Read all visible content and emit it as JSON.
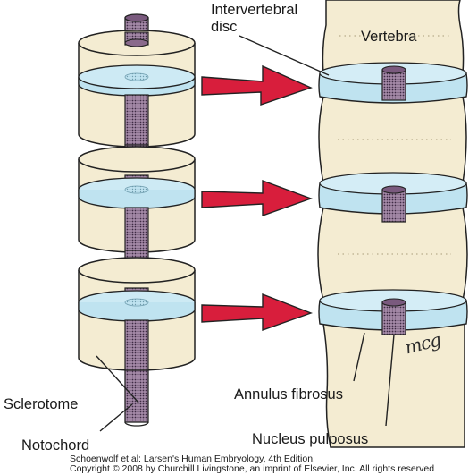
{
  "labels": {
    "intervertebral_disc_line1": "Intervertebral",
    "intervertebral_disc_line2": "disc",
    "vertebra": "Vertebra",
    "sclerotome": "Sclerotome",
    "notochord": "Notochord",
    "annulus_fibrosus": "Annulus fibrosus",
    "nucleus_pulposus": "Nucleus pulposus"
  },
  "signature": "mcg",
  "credit": {
    "line1": "Schoenwolf et al: Larsen's Human Embryology, 4th Edition.",
    "line2": "Copyright © 2008 by Churchill Livingstone, an imprint of Elsevier, Inc. All rights reserved"
  },
  "colors": {
    "sclerotome_fill": "#f4ecd2",
    "disc_fill": "#bfe3f0",
    "notochord_fill": "#8a6a8c",
    "arrow_fill": "#d81e3c",
    "outline": "#222222"
  }
}
